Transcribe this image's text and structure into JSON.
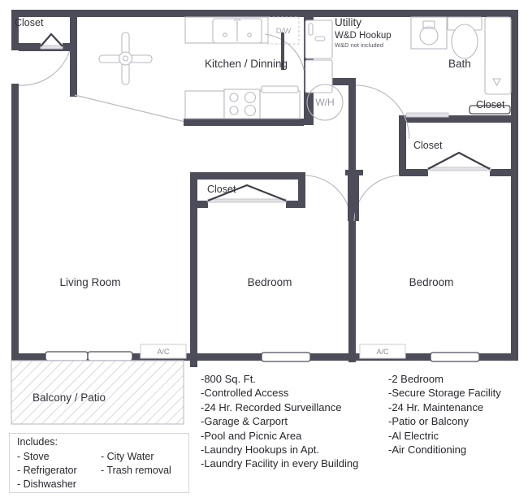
{
  "plan": {
    "rooms": [
      {
        "name": "Kitchen / Dinning",
        "label": "Kitchen / Dinning"
      },
      {
        "name": "Utility",
        "label": "Utility"
      },
      {
        "name": "Bath",
        "label": "Bath"
      },
      {
        "name": "Living Room",
        "label": "Living Room"
      },
      {
        "name": "Bedroom 1",
        "label": "Bedroom"
      },
      {
        "name": "Bedroom 2",
        "label": "Bedroom"
      },
      {
        "name": "Balcony / Patio",
        "label": "Balcony / Patio"
      }
    ],
    "closets": {
      "entry": "Closet",
      "hall_upper": "Closet",
      "hall_lower": "Closet",
      "bedroom_left": "Closet"
    },
    "annotations": {
      "utility_hookup": "W&D Hookup",
      "utility_note": "W&D not included",
      "water_heater": "W/H",
      "dishwasher": "D/W",
      "ac_left": "A/C",
      "ac_right": "A/C"
    }
  },
  "amenities": {
    "left_column": [
      "-800 Sq. Ft.",
      "-Controlled Access",
      "-24 Hr. Recorded Surveillance",
      "-Garage & Carport",
      "-Pool and Picnic Area",
      "-Laundry Hookups in Apt.",
      "-Laundry Facility in every Building"
    ],
    "right_column": [
      "-2 Bedroom",
      "-Secure Storage Facility",
      "-24 Hr. Maintenance",
      "-Patio or Balcony",
      "-Al Electric",
      "-Air Conditioning"
    ]
  },
  "includes": {
    "title": "Includes:",
    "column_a": [
      "- Stove",
      "- Refrigerator",
      "- Dishwasher"
    ],
    "column_b": [
      "- City Water",
      "- Trash removal"
    ]
  },
  "colors": {
    "wall": "#4d4d59",
    "thin_line": "#b9b9c2",
    "text": "#2b2b33",
    "background": "#ffffff",
    "hatch": "#c9c9d1"
  }
}
